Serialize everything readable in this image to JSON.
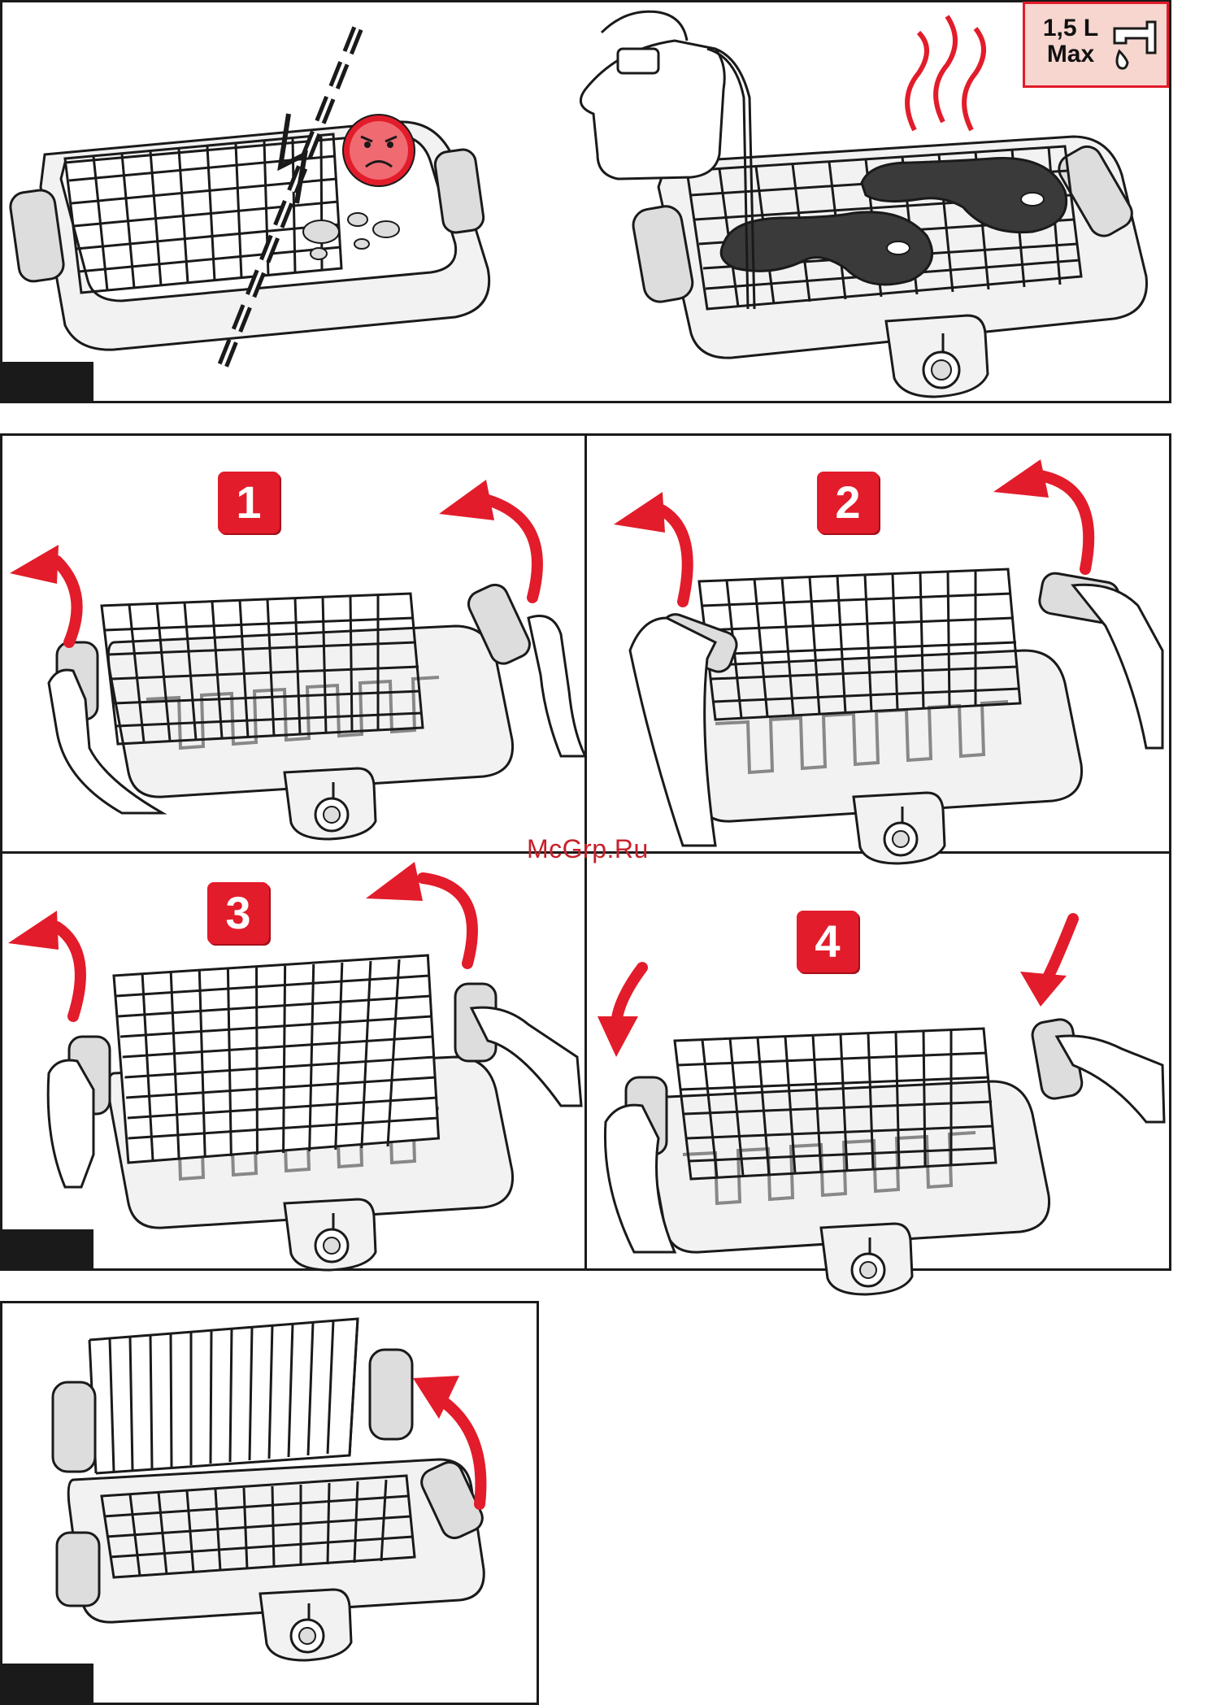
{
  "water_note": {
    "line1": "1,5 L",
    "line2": "Max",
    "icon": "water-tap-icon"
  },
  "steps": {
    "step1": "1",
    "step2": "2",
    "step3": "3",
    "step4": "4"
  },
  "watermark": "McGrp.Ru",
  "colors": {
    "accent": "#e21c2a",
    "line": "#1a1a1a",
    "note_bg": "#f6d6cf",
    "steak": "#3a3a3a"
  }
}
